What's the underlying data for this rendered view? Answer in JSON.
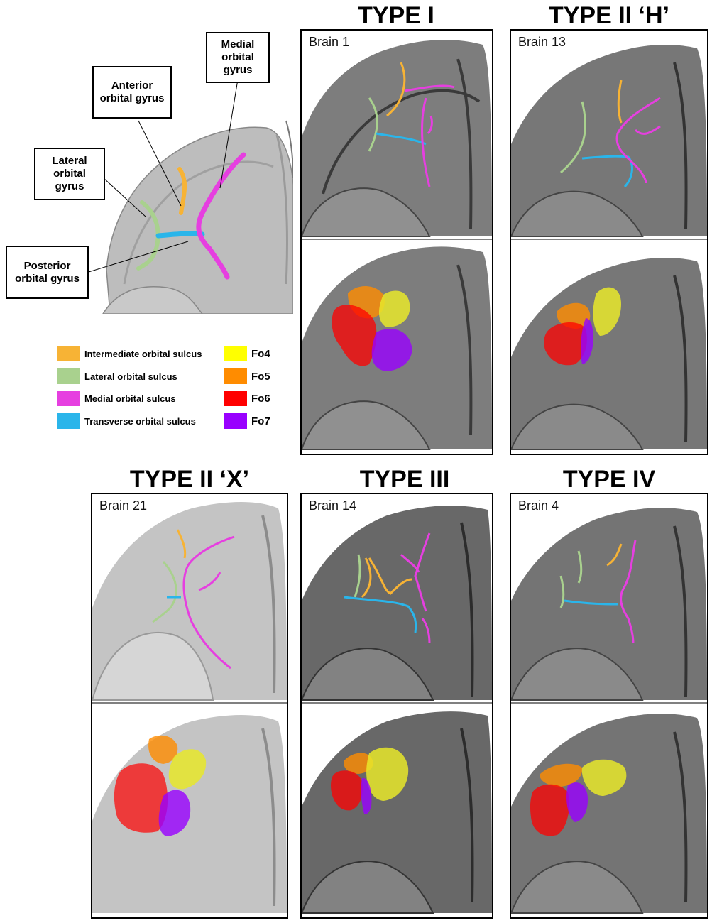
{
  "types": {
    "type1": "TYPE I",
    "type2h": "TYPE II ‘H’",
    "type2x": "TYPE II ‘X’",
    "type3": "TYPE III",
    "type4": "TYPE IV"
  },
  "brains": {
    "b1": "Brain 1",
    "b13": "Brain 13",
    "b21": "Brain 21",
    "b14": "Brain 14",
    "b4": "Brain 4"
  },
  "callouts": {
    "medial": "Medial orbital gyrus",
    "anterior": "Anterior orbital gyrus",
    "lateral": "Lateral orbital gyrus",
    "posterior": "Posterior orbital gyrus"
  },
  "legend": {
    "sulci": [
      {
        "label": "Intermediate orbital sulcus",
        "color": "#f7b335"
      },
      {
        "label": "Lateral orbital sulcus",
        "color": "#a9d18e"
      },
      {
        "label": "Medial orbital sulcus",
        "color": "#e63fe0"
      },
      {
        "label": "Transverse orbital sulcus",
        "color": "#2ab5ea"
      }
    ],
    "areas": [
      {
        "label": "Fo4",
        "color": "#ffff00"
      },
      {
        "label": "Fo5",
        "color": "#ff8c00"
      },
      {
        "label": "Fo6",
        "color": "#ff0000"
      },
      {
        "label": "Fo7",
        "color": "#9900ff"
      }
    ]
  }
}
